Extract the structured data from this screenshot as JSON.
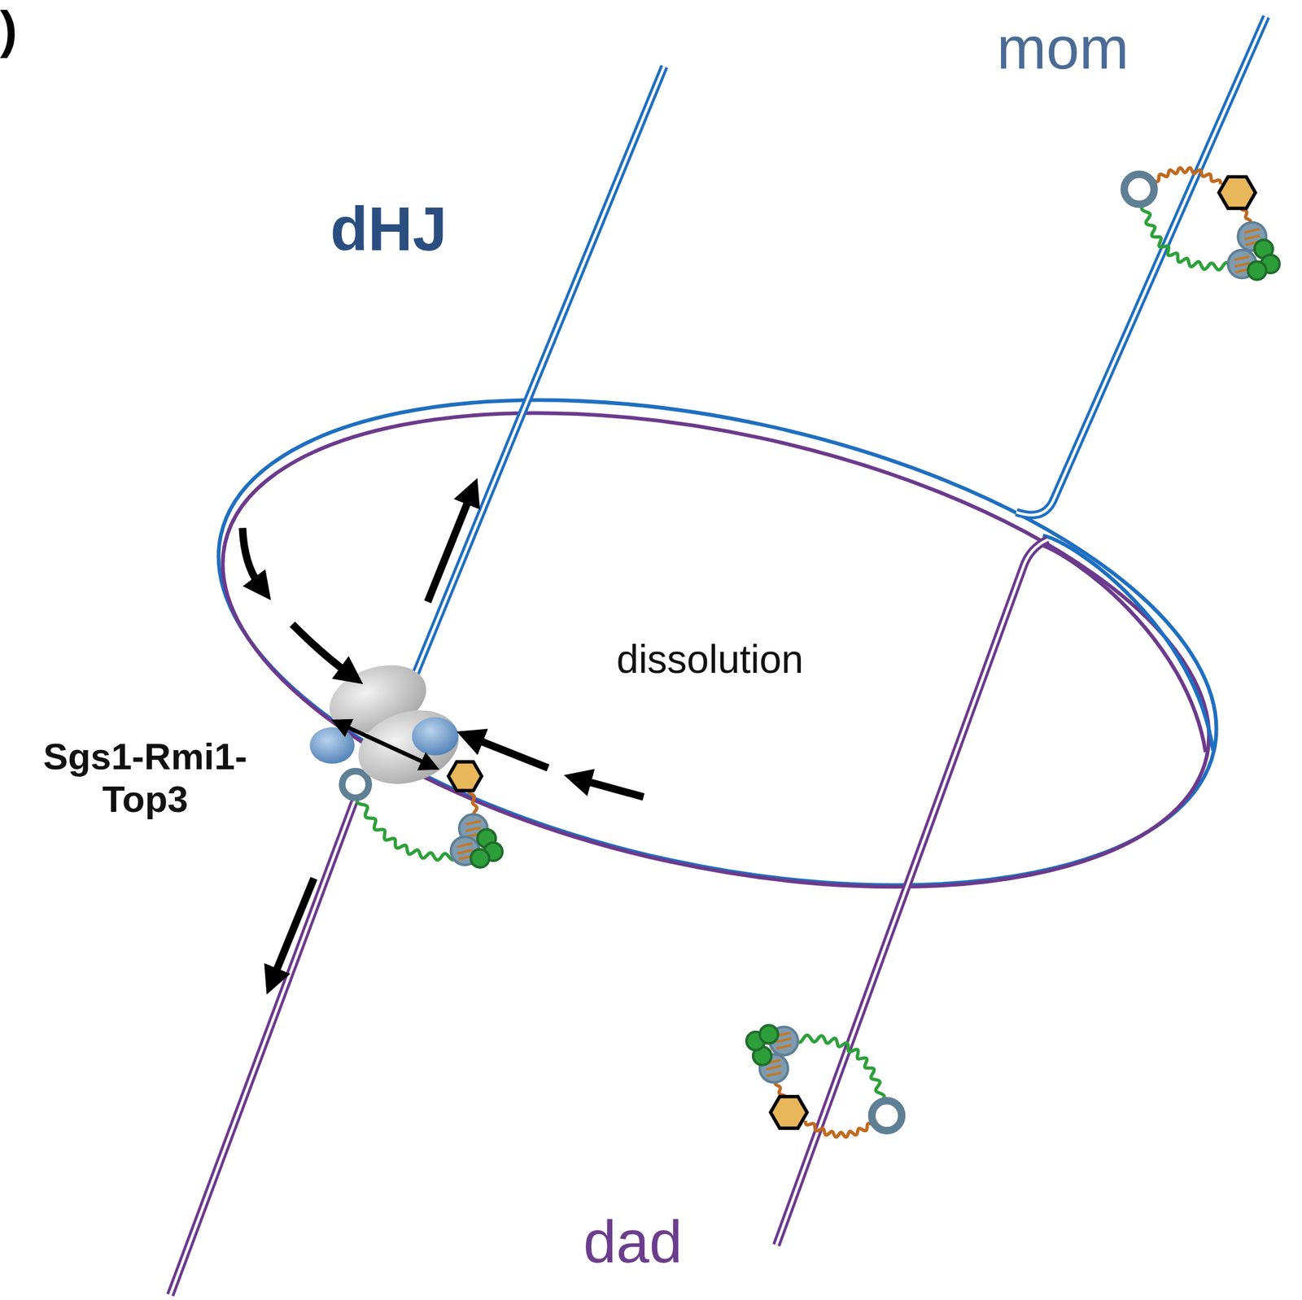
{
  "diagram": {
    "labels": [
      ")",
      "mom",
      "dHJ",
      "dissolution",
      "Sgs1-Rmi1- Top3",
      "dad"
    ]
  }
}
